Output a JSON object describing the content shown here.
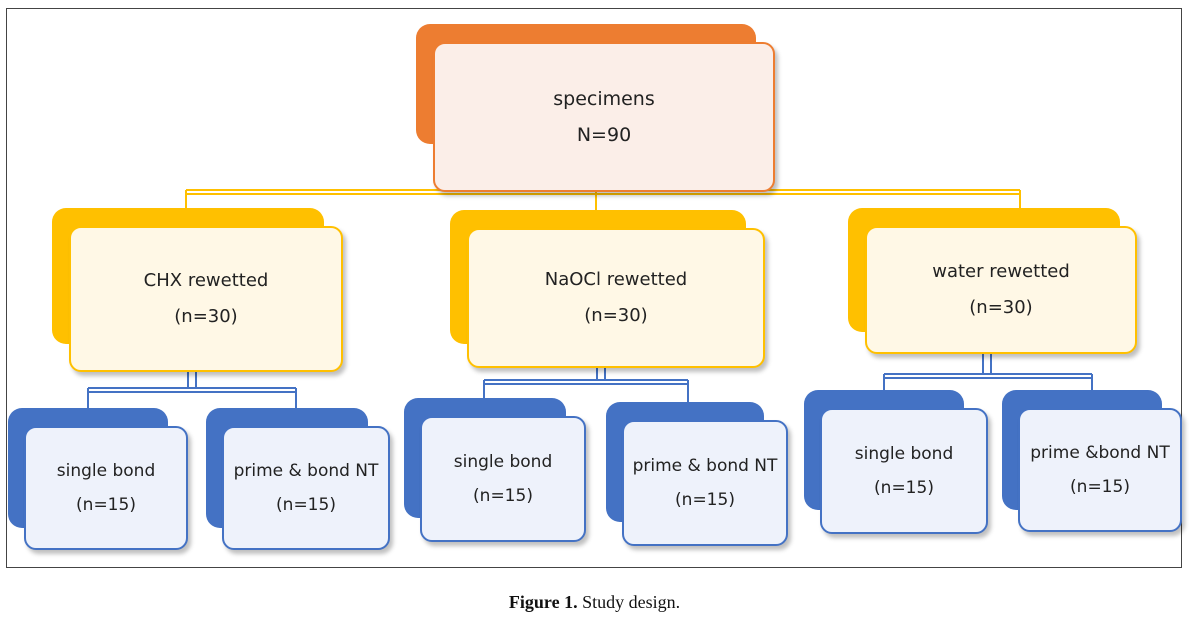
{
  "root": {
    "title": "specimens",
    "count": "N=90"
  },
  "groups": [
    {
      "title": "CHX rewetted",
      "count": "(n=30)",
      "children": [
        {
          "title": "single bond",
          "count": "(n=15)"
        },
        {
          "title": "prime & bond NT",
          "count": "(n=15)"
        }
      ]
    },
    {
      "title": "NaOCl rewetted",
      "count": "(n=30)",
      "children": [
        {
          "title": "single bond",
          "count": "(n=15)"
        },
        {
          "title": "prime & bond NT",
          "count": "(n=15)"
        }
      ]
    },
    {
      "title": "water rewetted",
      "count": "(n=30)",
      "children": [
        {
          "title": "single bond",
          "count": "(n=15)"
        },
        {
          "title": "prime &bond NT",
          "count": "(n=15)"
        }
      ]
    }
  ],
  "caption": {
    "label": "Figure 1.",
    "text": " Study design."
  },
  "colors": {
    "root": "#ed7d31",
    "group": "#ffc000",
    "leaf": "#4472c4",
    "root_line": "#ffc000",
    "leaf_line": "#4472c4"
  }
}
